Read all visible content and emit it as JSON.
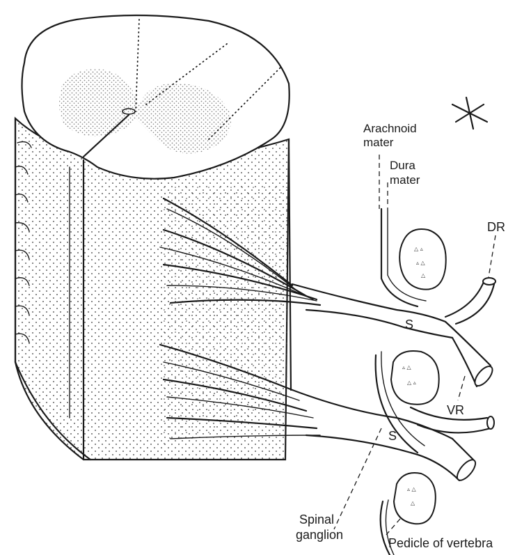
{
  "labels": {
    "arachnoid_1": "Arachnoid",
    "arachnoid_2": "mater",
    "dura_1": "Dura",
    "dura_2": "mater",
    "dr": "DR",
    "vr": "VR",
    "s_upper": "S",
    "s_lower": "S",
    "ganglion_1": "Spinal",
    "ganglion_2": "ganglion",
    "pedicle": "Pedicle of vertebra"
  }
}
